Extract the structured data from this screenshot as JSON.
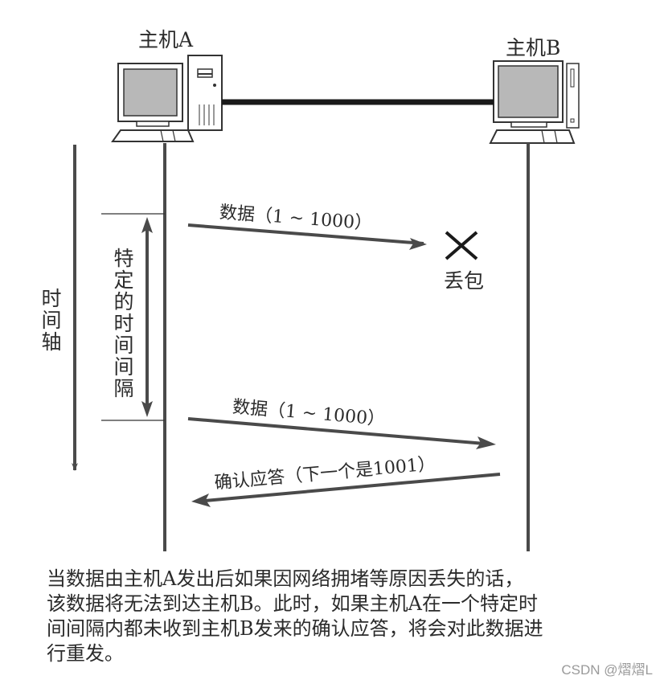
{
  "hosts": {
    "a": {
      "label": "主机A"
    },
    "b": {
      "label": "主机B"
    }
  },
  "time_axis": {
    "label": "时间轴"
  },
  "interval": {
    "label": "特定的时间间隔"
  },
  "messages": [
    {
      "label": "数据（1 ~ 1000）",
      "direction": "A→B",
      "status": "lost"
    },
    {
      "label": "数据（1 ~ 1000）",
      "direction": "A→B",
      "status": "delivered"
    },
    {
      "label": "确认应答（下一个是1001）",
      "direction": "B→A",
      "status": "delivered"
    }
  ],
  "loss_marker": {
    "symbol": "✕",
    "label": "丢包"
  },
  "caption": {
    "lines": [
      "当数据由主机A发出后如果因网络拥堵等原因丢失的话，",
      "该数据将无法到达主机B。此时，如果主机A在一个特定时",
      "间间隔内都未收到主机B发来的确认应答，将会对此数据进",
      "行重发。"
    ]
  },
  "watermark": "CSDN @熠熠L",
  "colors": {
    "line": "#4a4a4a",
    "text": "#2b2b2b",
    "screen": "#b8b8b8"
  }
}
